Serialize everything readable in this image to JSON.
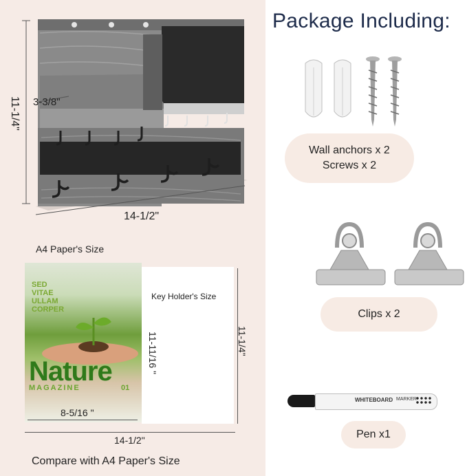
{
  "top_dims": {
    "height": "11-1/4\"",
    "width": "14-1/2\"",
    "depth": "3-3/8\""
  },
  "compare": {
    "a4_label": "A4 Paper's Size",
    "key_holder_label": "Key Holder's Size",
    "a4_width": "8-5/16  \"",
    "a4_height": "11-11/16 \"",
    "kh_height": "11-1/4\"",
    "kh_width": "14-1/2\"",
    "caption": "Compare with A4 Paper's Size"
  },
  "magazine": {
    "lines": [
      "SED",
      "VITAE",
      "ULLAM",
      "CORPER"
    ],
    "title": "Nature",
    "sub": "MAGAZINE",
    "num": "01"
  },
  "package": {
    "title": "Package Including:",
    "anchors_line1": "Wall anchors x 2",
    "anchors_line2": "Screws x 2",
    "clips": "Clips x 2",
    "pen": "Pen x1",
    "pen_brand": "WHITEBOARD",
    "pen_marker": "MARKER"
  }
}
